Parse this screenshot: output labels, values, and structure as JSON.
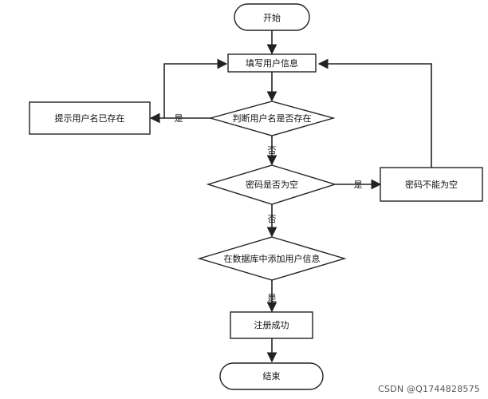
{
  "nodes": {
    "start": "开始",
    "fill_info": "填写用户信息",
    "username_exists_prompt": "提示用户名已存在",
    "check_username": "判断用户名是否存在",
    "check_password_empty": "密码是否为空",
    "password_not_empty": "密码不能为空",
    "add_to_db": "在数据库中添加用户信息",
    "register_success": "注册成功",
    "end": "结束"
  },
  "edge_labels": {
    "username_yes": "是",
    "username_no": "否",
    "password_yes": "是",
    "password_no": "否",
    "add_yes": "是"
  },
  "watermark": "CSDN @Q1744828575"
}
